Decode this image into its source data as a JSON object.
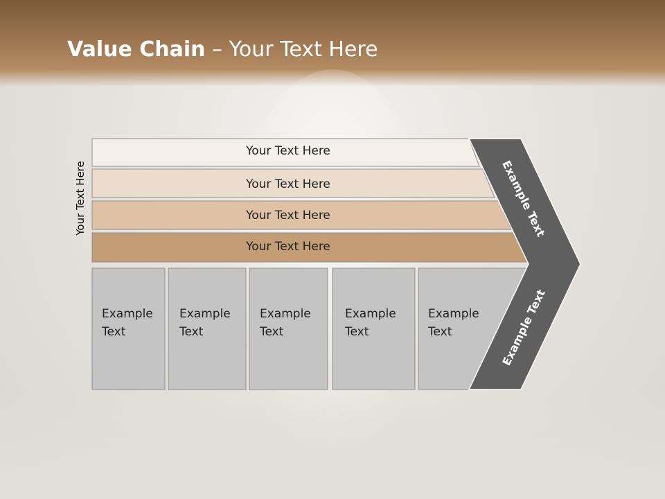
{
  "slide": {
    "title_bold": "Value Chain",
    "title_rest": " – Your Text Here",
    "side_label": "Your Text Here",
    "rows": [
      {
        "label": "Your Text Here",
        "color": "#f5efea"
      },
      {
        "label": "Your Text Here",
        "color": "#ecdccd"
      },
      {
        "label": "Your Text Here",
        "color": "#dfc2a6"
      },
      {
        "label": "Your Text Here",
        "color": "#c39d76"
      }
    ],
    "boxes": [
      {
        "line1": "Example",
        "line2": "Text"
      },
      {
        "line1": "Example",
        "line2": "Text"
      },
      {
        "line1": "Example",
        "line2": "Text"
      },
      {
        "line1": "Example",
        "line2": "Text"
      },
      {
        "line1": "Example",
        "line2": "Text"
      }
    ],
    "chevron_upper": "Example Text",
    "chevron_lower": "Example Text",
    "colors": {
      "header": "#8c6644",
      "chevron": "#5f5f5f",
      "box": "#c4c4c4",
      "box_border": "#8e8e8e"
    }
  }
}
